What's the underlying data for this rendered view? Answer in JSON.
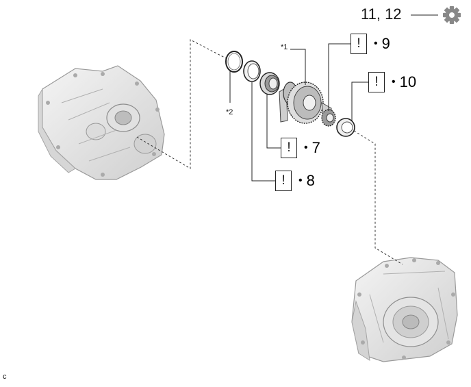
{
  "labels": {
    "top_ref": "11, 12",
    "part_1": "*1",
    "part_2": "*2",
    "corner": "c"
  },
  "callouts": [
    {
      "mark": "!",
      "bullet": "•",
      "number": "9"
    },
    {
      "mark": "!",
      "bullet": "•",
      "number": "10"
    },
    {
      "mark": "!",
      "bullet": "•",
      "number": "7"
    },
    {
      "mark": "!",
      "bullet": "•",
      "number": "8"
    }
  ],
  "icons": [
    "gear-icon"
  ],
  "colors": {
    "line": "#222222",
    "housing_light": "#e8e8e8",
    "housing_mid": "#c9c9c9",
    "gear_icon": "#888888"
  }
}
